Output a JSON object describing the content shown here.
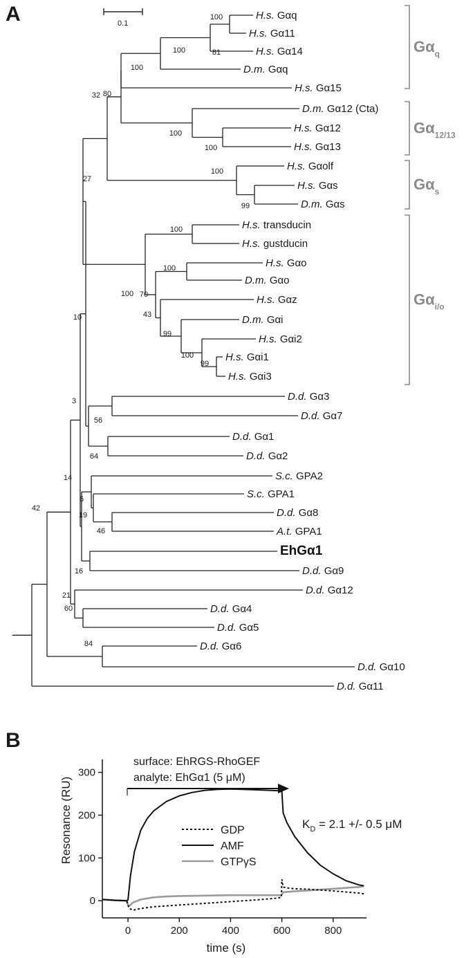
{
  "panel_a": {
    "label": "A",
    "scale_bar_label": "0.1",
    "taxa": [
      {
        "sp": "H.s.",
        "name": "Gαq"
      },
      {
        "sp": "H.s.",
        "name": "Gα11"
      },
      {
        "sp": "H.s.",
        "name": "Gα14"
      },
      {
        "sp": "D.m.",
        "name": "Gαq"
      },
      {
        "sp": "H.s.",
        "name": "Gα15"
      },
      {
        "sp": "D.m.",
        "name": "Gα12 (Cta)"
      },
      {
        "sp": "H.s.",
        "name": "Gα12"
      },
      {
        "sp": "H.s.",
        "name": "Gα13"
      },
      {
        "sp": "H.s.",
        "name": "Gαolf"
      },
      {
        "sp": "H.s.",
        "name": "Gαs"
      },
      {
        "sp": "D.m.",
        "name": "Gαs"
      },
      {
        "sp": "H.s.",
        "name": "transducin"
      },
      {
        "sp": "H.s.",
        "name": "gustducin"
      },
      {
        "sp": "H.s.",
        "name": "Gαo"
      },
      {
        "sp": "D.m.",
        "name": "Gαo"
      },
      {
        "sp": "H.s.",
        "name": "Gαz"
      },
      {
        "sp": "D.m.",
        "name": "Gαi"
      },
      {
        "sp": "H.s.",
        "name": "Gαi2"
      },
      {
        "sp": "H.s.",
        "name": "Gαi1"
      },
      {
        "sp": "H.s.",
        "name": "Gαi3"
      },
      {
        "sp": "D.d.",
        "name": "Gα3"
      },
      {
        "sp": "D.d.",
        "name": "Gα7"
      },
      {
        "sp": "D.d.",
        "name": "Gα1"
      },
      {
        "sp": "D.d.",
        "name": "Gα2"
      },
      {
        "sp": "S.c.",
        "name": "GPA2"
      },
      {
        "sp": "S.c.",
        "name": "GPA1"
      },
      {
        "sp": "D.d.",
        "name": "Gα8"
      },
      {
        "sp": "A.t.",
        "name": "GPA1"
      },
      {
        "sp": "",
        "name": "EhGα1",
        "bold": true
      },
      {
        "sp": "D.d.",
        "name": "Gα9"
      },
      {
        "sp": "D.d.",
        "name": "Gα12"
      },
      {
        "sp": "D.d.",
        "name": "Gα4"
      },
      {
        "sp": "D.d.",
        "name": "Gα5"
      },
      {
        "sp": "D.d.",
        "name": "Gα6"
      },
      {
        "sp": "D.d.",
        "name": "Gα10"
      },
      {
        "sp": "D.d.",
        "name": "Gα11"
      }
    ],
    "bootstrap_values": [
      "100",
      "81",
      "100",
      "100",
      "80",
      "100",
      "100",
      "32",
      "100",
      "99",
      "27",
      "100",
      "100",
      "100",
      "70",
      "43",
      "99",
      "100",
      "99",
      "10",
      "56",
      "3",
      "64",
      "14",
      "6",
      "19",
      "46",
      "42",
      "16",
      "21",
      "60",
      "84"
    ],
    "groups": [
      {
        "main": "Gα",
        "sub": "q"
      },
      {
        "main": "Gα",
        "sub": "12/13"
      },
      {
        "main": "Gα",
        "sub": "s"
      },
      {
        "main": "Gα",
        "sub": "i/o"
      }
    ]
  },
  "panel_b": {
    "label": "B",
    "annotation_surface": "surface: EhRGS-RhoGEF",
    "annotation_analyte": "analyte: EhGα1 (5 μM)",
    "kd_text": "KD = 2.1 +/- 0.5  μM",
    "legend": [
      {
        "name": "GDP",
        "style": "dotted",
        "color": "#111111"
      },
      {
        "name": "AMF",
        "style": "solid",
        "color": "#111111"
      },
      {
        "name": "GTPγS",
        "style": "solid",
        "color": "#9a9a9a"
      }
    ]
  },
  "chart_data": {
    "type": "line",
    "title": "",
    "xlabel": "time (s)",
    "ylabel": "Resonance (RU)",
    "xlim": [
      -100,
      930
    ],
    "ylim": [
      -40,
      330
    ],
    "xticks": [
      0,
      200,
      400,
      600,
      800
    ],
    "yticks": [
      0,
      100,
      200,
      300
    ],
    "grid": false,
    "legend_position": "center",
    "series": [
      {
        "name": "AMF",
        "color": "#111111",
        "dash": "solid",
        "x": [
          -100,
          -50,
          -5,
          0,
          10,
          25,
          50,
          75,
          100,
          150,
          200,
          250,
          300,
          350,
          400,
          450,
          500,
          550,
          590,
          598,
          600,
          605,
          620,
          650,
          700,
          750,
          800,
          850,
          900,
          920
        ],
        "y": [
          3,
          1,
          0,
          2,
          60,
          115,
          165,
          192,
          210,
          232,
          245,
          253,
          258,
          260,
          261,
          260,
          259,
          258,
          257,
          257,
          255,
          205,
          182,
          150,
          112,
          83,
          63,
          47,
          37,
          35
        ]
      },
      {
        "name": "GDP",
        "color": "#111111",
        "dash": "dotted",
        "x": [
          -100,
          -50,
          -5,
          0,
          5,
          20,
          50,
          100,
          200,
          300,
          400,
          500,
          580,
          598,
          600,
          605,
          620,
          650,
          700,
          800,
          900,
          920
        ],
        "y": [
          3,
          1,
          0,
          -10,
          -18,
          -22,
          -18,
          -14,
          -10,
          -6,
          -2,
          2,
          6,
          8,
          50,
          32,
          30,
          28,
          27,
          23,
          18,
          16
        ]
      },
      {
        "name": "GTPγS",
        "color": "#9a9a9a",
        "dash": "solid",
        "x": [
          -100,
          -50,
          -5,
          0,
          5,
          20,
          50,
          100,
          150,
          200,
          300,
          400,
          500,
          598,
          600,
          605,
          650,
          700,
          800,
          900,
          920
        ],
        "y": [
          3,
          1,
          0,
          -10,
          -12,
          -4,
          3,
          8,
          10,
          11,
          12,
          13,
          13,
          13,
          15,
          20,
          22,
          24,
          28,
          32,
          34
        ]
      }
    ]
  }
}
